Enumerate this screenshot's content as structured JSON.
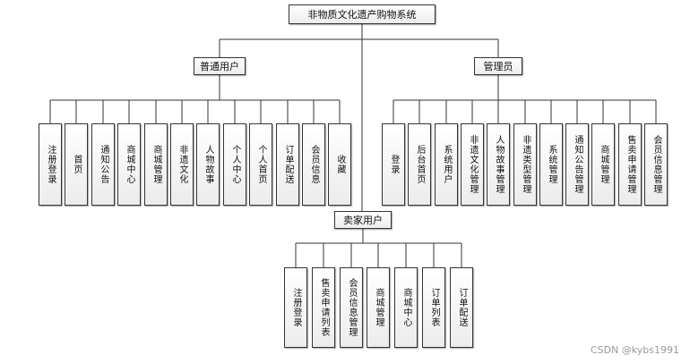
{
  "diagram": {
    "root": "非物质文化遗产购物系统",
    "groups": [
      {
        "id": "user",
        "label": "普通用户",
        "children": [
          "注册登录",
          "首页",
          "通知公告",
          "商城中心",
          "商城管理",
          "非遗文化",
          "人物故事",
          "个人中心",
          "个人首页",
          "订单配送",
          "会员信息",
          "收藏"
        ]
      },
      {
        "id": "admin",
        "label": "管理员",
        "children": [
          "登录",
          "后台首页",
          "系统用户",
          "非遗文化管理",
          "人物故事管理",
          "非遗类型管理",
          "系统管理",
          "通知公告管理",
          "商城管理",
          "售卖申请管理",
          "会员信息管理"
        ]
      },
      {
        "id": "seller",
        "label": "卖家用户",
        "children": [
          "注册登录",
          "售卖申请列表",
          "会员信息管理",
          "商城管理",
          "商城中心",
          "订单列表",
          "订单配送"
        ]
      }
    ]
  },
  "watermark": "CSDN @kybs1991"
}
